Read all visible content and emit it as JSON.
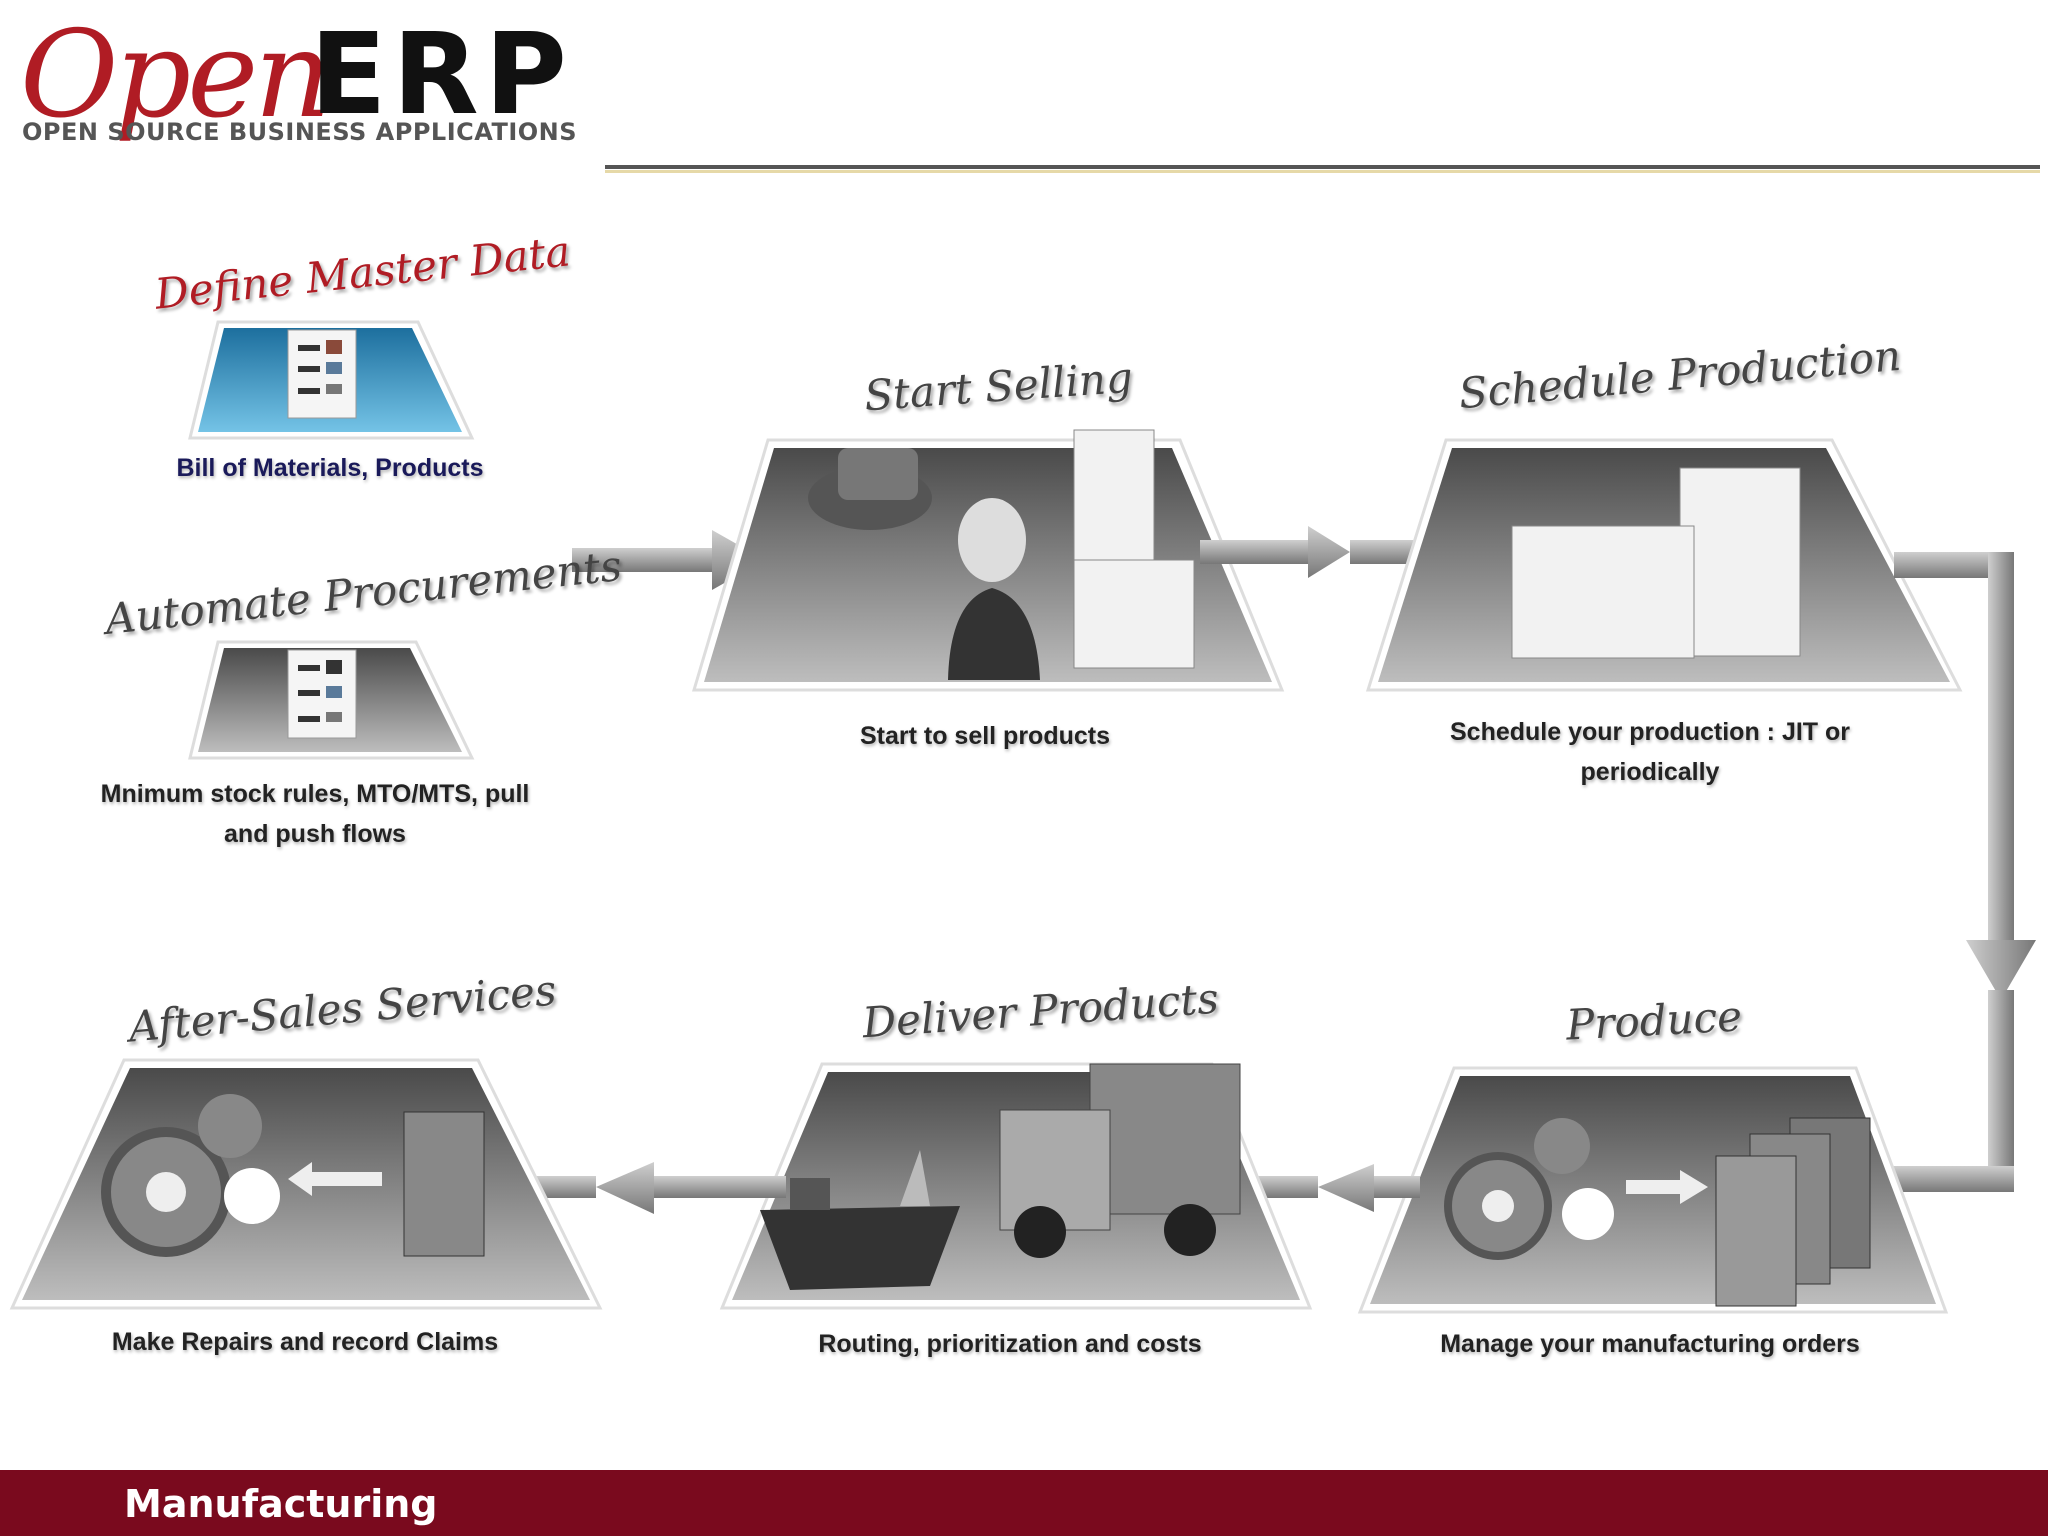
{
  "logo": {
    "brand_open": "Open",
    "brand_erp": "ERP",
    "tagline": "OPEN SOURCE BUSINESS APPLICATIONS"
  },
  "steps": {
    "define_master_data": {
      "title": "Define Master Data",
      "caption": "Bill of Materials, Products"
    },
    "automate_procurements": {
      "title": "Automate Procurements",
      "caption_line1": "Mnimum stock rules, MTO/MTS, pull",
      "caption_line2": "and push flows"
    },
    "start_selling": {
      "title": "Start Selling",
      "caption": "Start to sell products"
    },
    "schedule_production": {
      "title": "Schedule Production",
      "caption_line1": "Schedule your production : JIT or",
      "caption_line2": "periodically"
    },
    "produce": {
      "title": "Produce",
      "caption": "Manage your manufacturing orders"
    },
    "deliver_products": {
      "title": "Deliver Products",
      "caption": "Routing, prioritization and costs"
    },
    "after_sales": {
      "title": "After-Sales Services",
      "caption": "Make Repairs and record Claims"
    }
  },
  "footer": {
    "title": "Manufacturing"
  },
  "colors": {
    "brand_red": "#b01c24",
    "footer_bar": "#7a0a1e",
    "panel_blue": "#2a8fc0"
  }
}
